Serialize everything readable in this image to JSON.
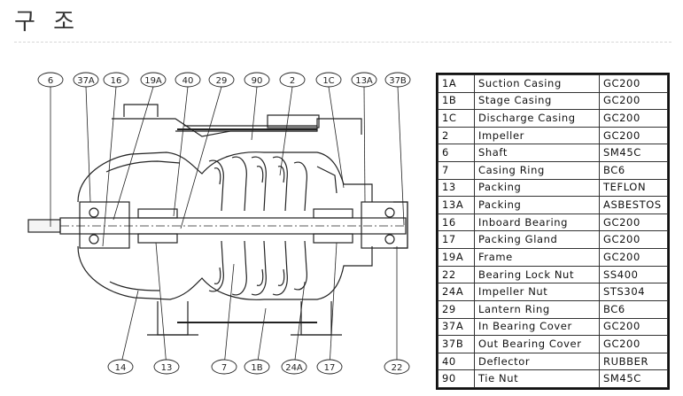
{
  "page": {
    "title": "구 조"
  },
  "diagram": {
    "callouts_top": [
      "6",
      "37A",
      "16",
      "19A",
      "40",
      "29",
      "90",
      "2",
      "1C",
      "13A",
      "37B"
    ],
    "callouts_bottom": [
      "14",
      "13",
      "7",
      "1B",
      "24A",
      "17",
      "22"
    ]
  },
  "parts_table": {
    "rows": [
      {
        "no": "1A",
        "name": "Suction Casing",
        "material": "GC200"
      },
      {
        "no": "1B",
        "name": "Stage Casing",
        "material": "GC200"
      },
      {
        "no": "1C",
        "name": "Discharge Casing",
        "material": "GC200"
      },
      {
        "no": "2",
        "name": "Impeller",
        "material": "GC200"
      },
      {
        "no": "6",
        "name": "Shaft",
        "material": "SM45C"
      },
      {
        "no": "7",
        "name": "Casing Ring",
        "material": "BC6"
      },
      {
        "no": "13",
        "name": "Packing",
        "material": "TEFLON"
      },
      {
        "no": "13A",
        "name": "Packing",
        "material": "ASBESTOS"
      },
      {
        "no": "16",
        "name": "Inboard Bearing",
        "material": "GC200"
      },
      {
        "no": "17",
        "name": "Packing Gland",
        "material": "GC200"
      },
      {
        "no": "19A",
        "name": "Frame",
        "material": "GC200"
      },
      {
        "no": "22",
        "name": "Bearing Lock Nut",
        "material": "SS400"
      },
      {
        "no": "24A",
        "name": "Impeller Nut",
        "material": "STS304"
      },
      {
        "no": "29",
        "name": "Lantern Ring",
        "material": "BC6"
      },
      {
        "no": "37A",
        "name": "In Bearing Cover",
        "material": "GC200"
      },
      {
        "no": "37B",
        "name": "Out Bearing Cover",
        "material": "GC200"
      },
      {
        "no": "40",
        "name": "Deflector",
        "material": "RUBBER"
      },
      {
        "no": "90",
        "name": "Tie Nut",
        "material": "SM45C"
      }
    ]
  }
}
